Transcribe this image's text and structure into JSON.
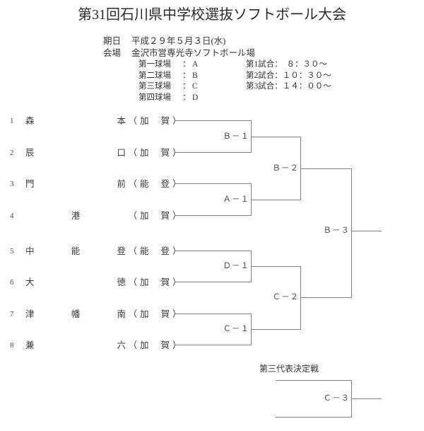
{
  "title": "第31回石川県中学校選抜ソフトボール大会",
  "header": {
    "date_label": "期日",
    "date_value": "平成２９年５月３日(水)",
    "venue_label": "会場",
    "venue_value": "金沢市営専光寺ソフトボール場",
    "fields": [
      {
        "name": "第一球場",
        "colon": "：",
        "code": "A"
      },
      {
        "name": "第二球場",
        "colon": "：",
        "code": "B"
      },
      {
        "name": "第三球場",
        "colon": "：",
        "code": "C"
      },
      {
        "name": "第四球場",
        "colon": "：",
        "code": "D"
      }
    ],
    "games": [
      "第1試合：　８：３０〜",
      "第2試合：１０：３０〜",
      "第3試合：１４：００〜"
    ]
  },
  "bracket": {
    "entries": [
      {
        "seed": "1",
        "name": "森本",
        "c1": "森",
        "c2": "",
        "c3": "本",
        "region": "加賀",
        "r1": "加",
        "r2": "賀"
      },
      {
        "seed": "2",
        "name": "辰口",
        "c1": "辰",
        "c2": "",
        "c3": "口",
        "region": "加賀",
        "r1": "加",
        "r2": "賀"
      },
      {
        "seed": "3",
        "name": "門前",
        "c1": "門",
        "c2": "",
        "c3": "前",
        "region": "能登",
        "r1": "能",
        "r2": "登"
      },
      {
        "seed": "4",
        "name": "港",
        "c1": "",
        "c2": "港",
        "c3": "",
        "region": "加賀",
        "r1": "加",
        "r2": "賀"
      },
      {
        "seed": "5",
        "name": "中能登",
        "c1": "中",
        "c2": "能",
        "c3": "登",
        "region": "能登",
        "r1": "能",
        "r2": "登"
      },
      {
        "seed": "6",
        "name": "大徳",
        "c1": "大",
        "c2": "",
        "c3": "徳",
        "region": "加賀",
        "r1": "加",
        "r2": "賀"
      },
      {
        "seed": "7",
        "name": "津幡南",
        "c1": "津",
        "c2": "幡",
        "c3": "南",
        "region": "加賀",
        "r1": "加",
        "r2": "賀"
      },
      {
        "seed": "8",
        "name": "兼六",
        "c1": "兼",
        "c2": "",
        "c3": "六",
        "region": "加賀",
        "r1": "加",
        "r2": "賀"
      }
    ],
    "matches": [
      {
        "id": "B-1",
        "label": "Ｂ－１"
      },
      {
        "id": "A-1",
        "label": "Ａ－１"
      },
      {
        "id": "B-2",
        "label": "Ｂ－２"
      },
      {
        "id": "D-1",
        "label": "Ｄ－１"
      },
      {
        "id": "C-1",
        "label": "Ｃ－１"
      },
      {
        "id": "C-2",
        "label": "Ｃ－２"
      },
      {
        "id": "B-3",
        "label": "Ｂ－３"
      }
    ],
    "playoff": {
      "caption": "第三代表決定戦",
      "match": {
        "id": "C-3",
        "label": "Ｃ－３"
      }
    },
    "line_color": "#808080"
  }
}
